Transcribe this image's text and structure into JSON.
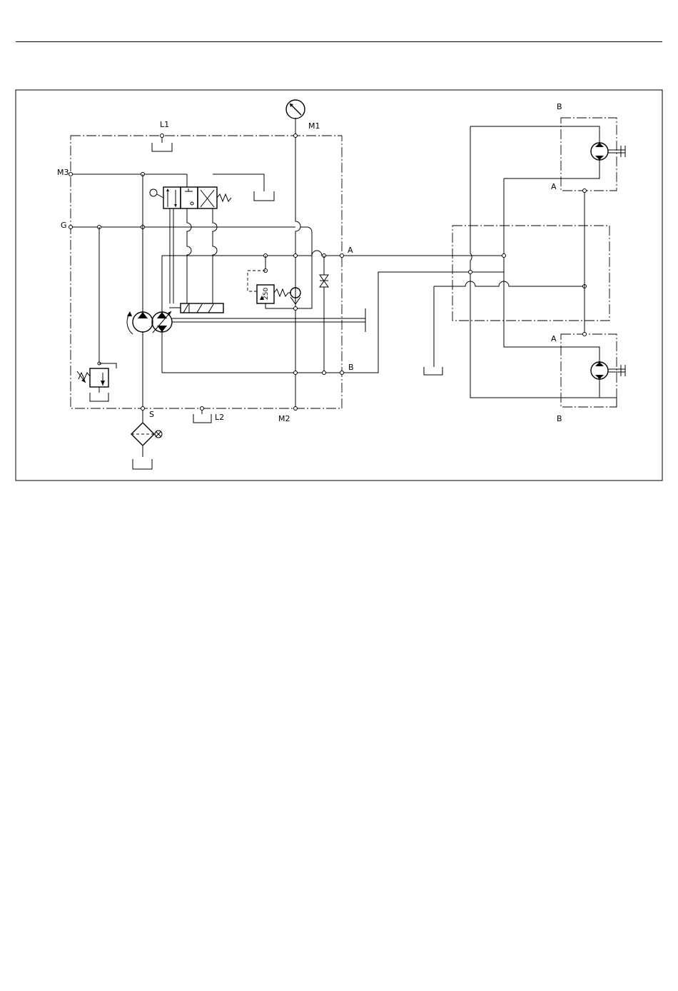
{
  "diagram": {
    "ports": {
      "l1": "L1",
      "m1": "M1",
      "m3": "M3",
      "g": "G",
      "a_main": "A",
      "b_main": "B",
      "s": "S",
      "l2": "L2",
      "m2": "M2",
      "b_motor_top": "B",
      "a_motor_top": "A",
      "a_motor_bottom": "A",
      "b_motor_bottom": "B"
    },
    "pressure_setting": "250"
  }
}
